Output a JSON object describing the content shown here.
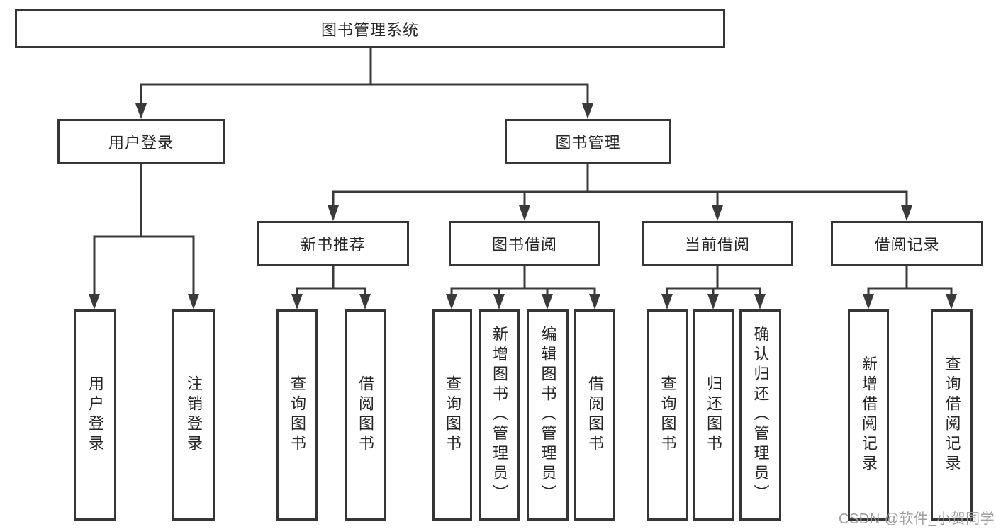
{
  "diagram": {
    "root": "图书管理系统",
    "level2": {
      "user_login": "用户登录",
      "book_mgmt": "图书管理"
    },
    "level3": {
      "new_book": "新书推荐",
      "book_borrow": "图书借阅",
      "current_borrow": "当前借阅",
      "borrow_records": "借阅记录"
    },
    "leaves": {
      "user_login": [
        "用户登录",
        "注销登录"
      ],
      "new_book": [
        "查询图书",
        "借阅图书"
      ],
      "book_borrow": [
        "查询图书",
        "新增图书（管理员）",
        "编辑图书（管理员）",
        "借阅图书"
      ],
      "current_borrow": [
        "查询图书",
        "归还图书",
        "确认归还（管理员）"
      ],
      "borrow_records": [
        "新增借阅记录",
        "查询借阅记录"
      ]
    }
  },
  "watermark": "CSDN @软件_小贺同学",
  "colors": {
    "line": "#3a3a3a",
    "border": "#363636",
    "text": "#262626",
    "watermark_text": "#9e9e9e",
    "background": "#ffffff"
  }
}
